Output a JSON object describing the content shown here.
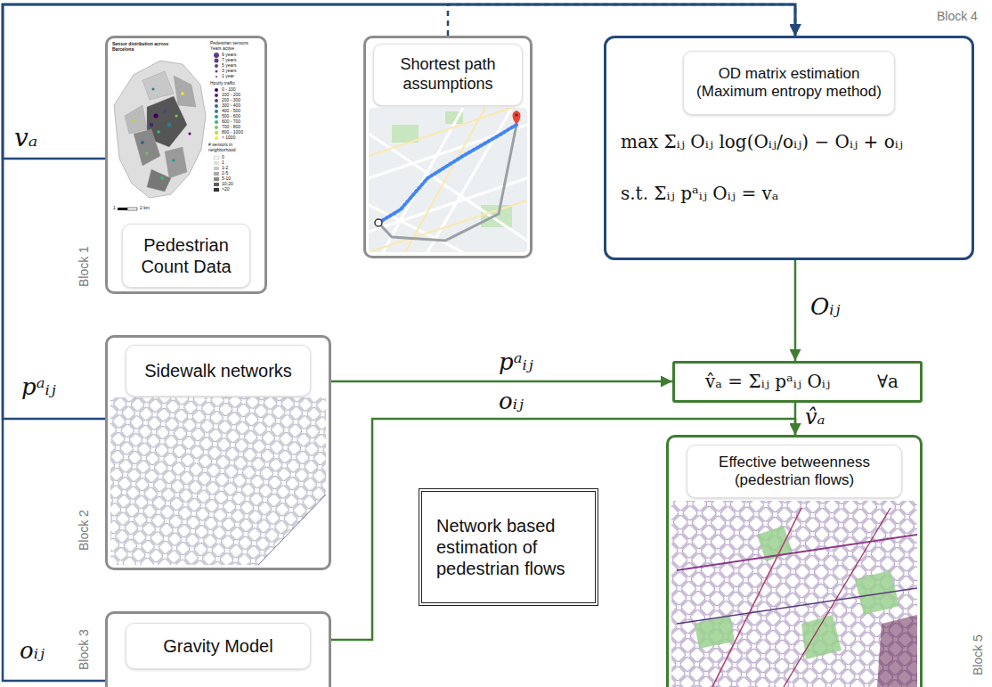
{
  "diagram": {
    "nodes": [
      {
        "text": [
          "Pedestrian Count Data"
        ]
      },
      {
        "text": [
          "Shortest path assumptions"
        ]
      },
      {
        "text": [
          "OD matrix estimation (Maximum entropy method)",
          "max Σᵢⱼ Oᵢⱼ log(Oᵢⱼ/oᵢⱼ) − Oᵢⱼ + oᵢⱼ",
          "s.t. Σᵢⱼ pᵃᵢⱼ Oᵢⱼ = vₐ"
        ]
      },
      {
        "text": [
          "Sidewalk networks"
        ]
      },
      {
        "text": [
          "v̂ₐ = Σᵢⱼ pᵃᵢⱼ Oᵢⱼ",
          "∀a"
        ]
      },
      {
        "text": [
          "Network based estimation of pedestrian flows"
        ]
      },
      {
        "text": [
          "Gravity Model"
        ]
      },
      {
        "text": [
          "Effective betweenness (pedestrian flows)"
        ]
      }
    ],
    "edges": [
      {
        "from": 0,
        "to": 2,
        "arrow": "to",
        "label": "vₐ"
      },
      {
        "from": 1,
        "to": 2,
        "arrow": "to"
      },
      {
        "from": 3,
        "to": 2,
        "arrow": "to",
        "label": "pᵃᵢⱼ"
      },
      {
        "from": 6,
        "to": 2,
        "arrow": "to",
        "label": "oᵢⱼ"
      },
      {
        "from": 2,
        "to": 4,
        "arrow": "to",
        "label": "Oᵢⱼ"
      },
      {
        "from": 3,
        "to": 4,
        "arrow": "to",
        "label": "pᵃᵢⱼ"
      },
      {
        "from": 4,
        "to": 7,
        "arrow": "to",
        "label": "v̂ₐ"
      },
      {
        "from": 6,
        "to": 7,
        "arrow": "to",
        "label": "oᵢⱼ"
      }
    ],
    "labels": [
      "Sensor distribution across Barcelona",
      "Pedestrian sensors",
      "Years active",
      "9 years",
      "7 years",
      "5 years",
      "3 years",
      "1 year",
      "Hourly traffic",
      "0 - 100",
      "100 - 200",
      "200 - 300",
      "300 - 400",
      "400 - 500",
      "500 - 600",
      "600 - 700",
      "700 - 800",
      "800 - 1000",
      "> 1000",
      "# sensors in neighborhood",
      "0",
      "1",
      "1-2",
      "2-5",
      "5-10",
      "10-20",
      ">20",
      "1",
      "2 km",
      "Block 4",
      "Block 1",
      "Block 2",
      "Block 3",
      "Block 5"
    ]
  }
}
